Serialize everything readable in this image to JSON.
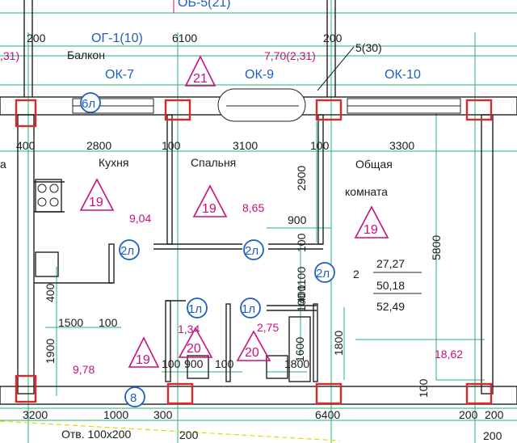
{
  "top_labels": {
    "og_top": "ОБ-5(21)",
    "og_1": "ОГ-1(10)",
    "dim_6100": "6100",
    "dim_200_left": "200",
    "dim_200_right": "200",
    "ref_5_30": "5(30)",
    "balcony_label": "Балкон",
    "balcony_area": "7,70(2,31)",
    "left_cut_area": ",31)"
  },
  "windows": [
    "ОК-7",
    "ОК-9",
    "ОК-10"
  ],
  "rooms": {
    "kitchen": {
      "label": "Кухня",
      "area": "9,04",
      "finish_code": "19"
    },
    "bedroom": {
      "label": "Спальня",
      "area": "8,65",
      "finish_code": "19"
    },
    "common_line1": "Общая",
    "common_line2": "комната",
    "common_code": "19",
    "hall_area": "9,78",
    "hall_code": "19",
    "wc1_area": "1,34",
    "wc1_code": "20",
    "wc2_area": "2,75",
    "wc2_code": "20",
    "loggia_area": "18,62",
    "left_cut": "а"
  },
  "dimensions_top": [
    "400",
    "2800",
    "100",
    "3100",
    "100",
    "3300"
  ],
  "dimensions_mid": {
    "d2900": "2900",
    "d900": "900",
    "d100a": "100",
    "d1100": "1100",
    "d100b": "100",
    "d5800": "5800",
    "d1500": "1500",
    "d100c": "100",
    "d400": "400",
    "d1900": "1900",
    "d1600": "1600",
    "d1800": "1800",
    "d100d": "100",
    "d900b": "900",
    "d100e": "100",
    "d1800b": "1800",
    "d400b": "400",
    "d100f": "100"
  },
  "door_markers": [
    "6л",
    "2л",
    "2л",
    "2л",
    "1л",
    "1л",
    "8"
  ],
  "apartment": {
    "rooms_count": "2",
    "living_area": "27,27",
    "total_area": "50,18",
    "full_area": "52,49"
  },
  "bottom": {
    "d3200": "3200",
    "d1000": "1000",
    "d300": "300",
    "d6400": "6400",
    "d200a": "200",
    "d200b": "200",
    "d200c": "200",
    "d200d": "200",
    "otv": "Отв. 100х200"
  },
  "colors": {
    "dimension_green": "#22b573",
    "column_red": "#d8282c",
    "window_blue": "#1f5fc4",
    "finish_magenta": "#c8107a",
    "wall_black": "#222222"
  }
}
